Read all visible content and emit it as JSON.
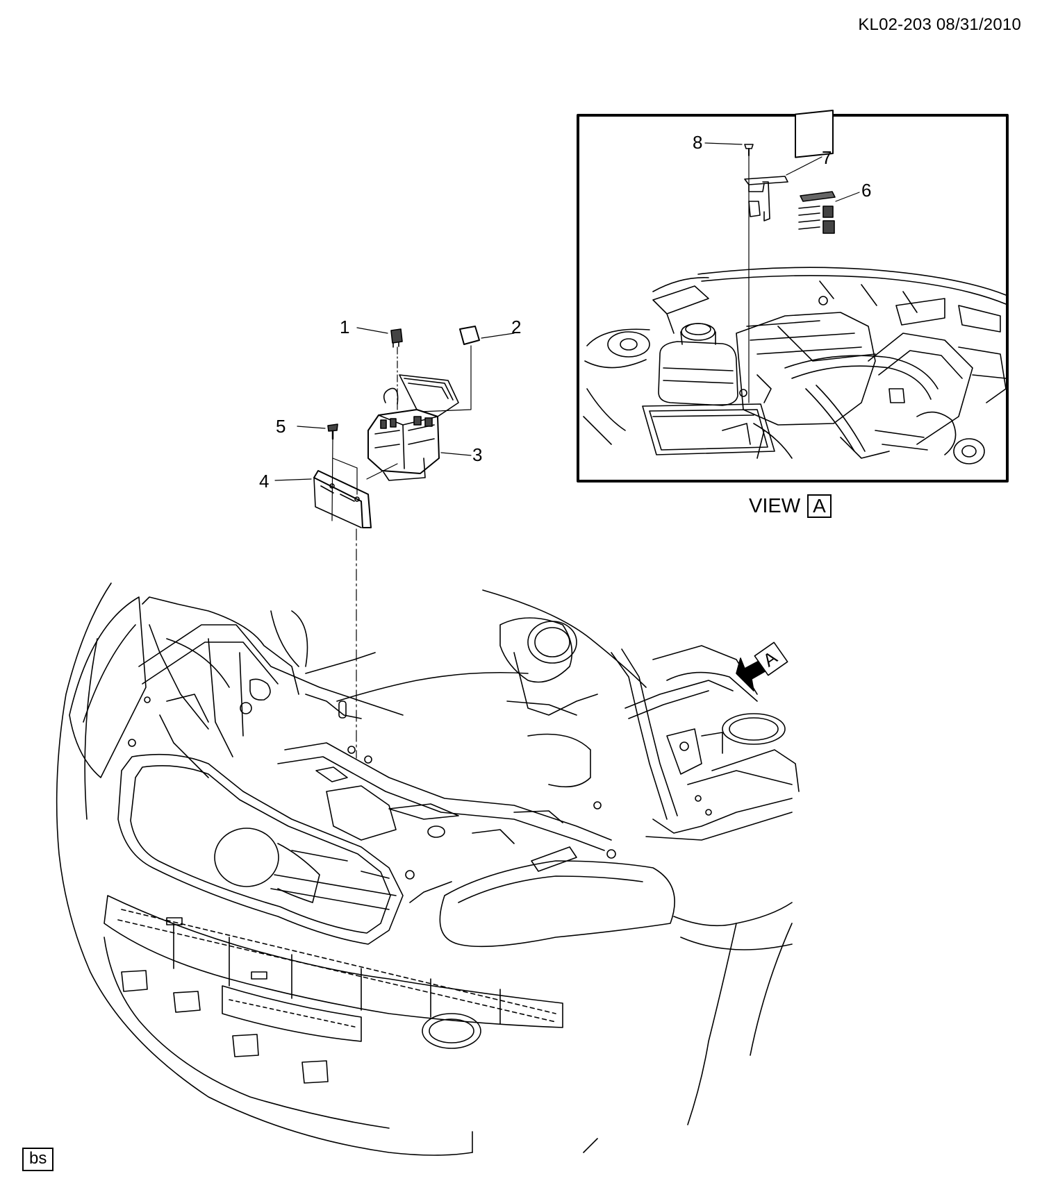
{
  "doc_id": "KL02-203 08/31/2010",
  "callouts": [
    {
      "num": "1"
    },
    {
      "num": "2"
    },
    {
      "num": "3"
    },
    {
      "num": "4"
    },
    {
      "num": "5"
    },
    {
      "num": "6"
    },
    {
      "num": "7"
    },
    {
      "num": "8"
    }
  ],
  "view": {
    "word": "VIEW",
    "letter": "A"
  },
  "view_arrow_letter": "A",
  "corner_tag": "bs",
  "colors": {
    "line": "#000000",
    "background": "#ffffff"
  }
}
